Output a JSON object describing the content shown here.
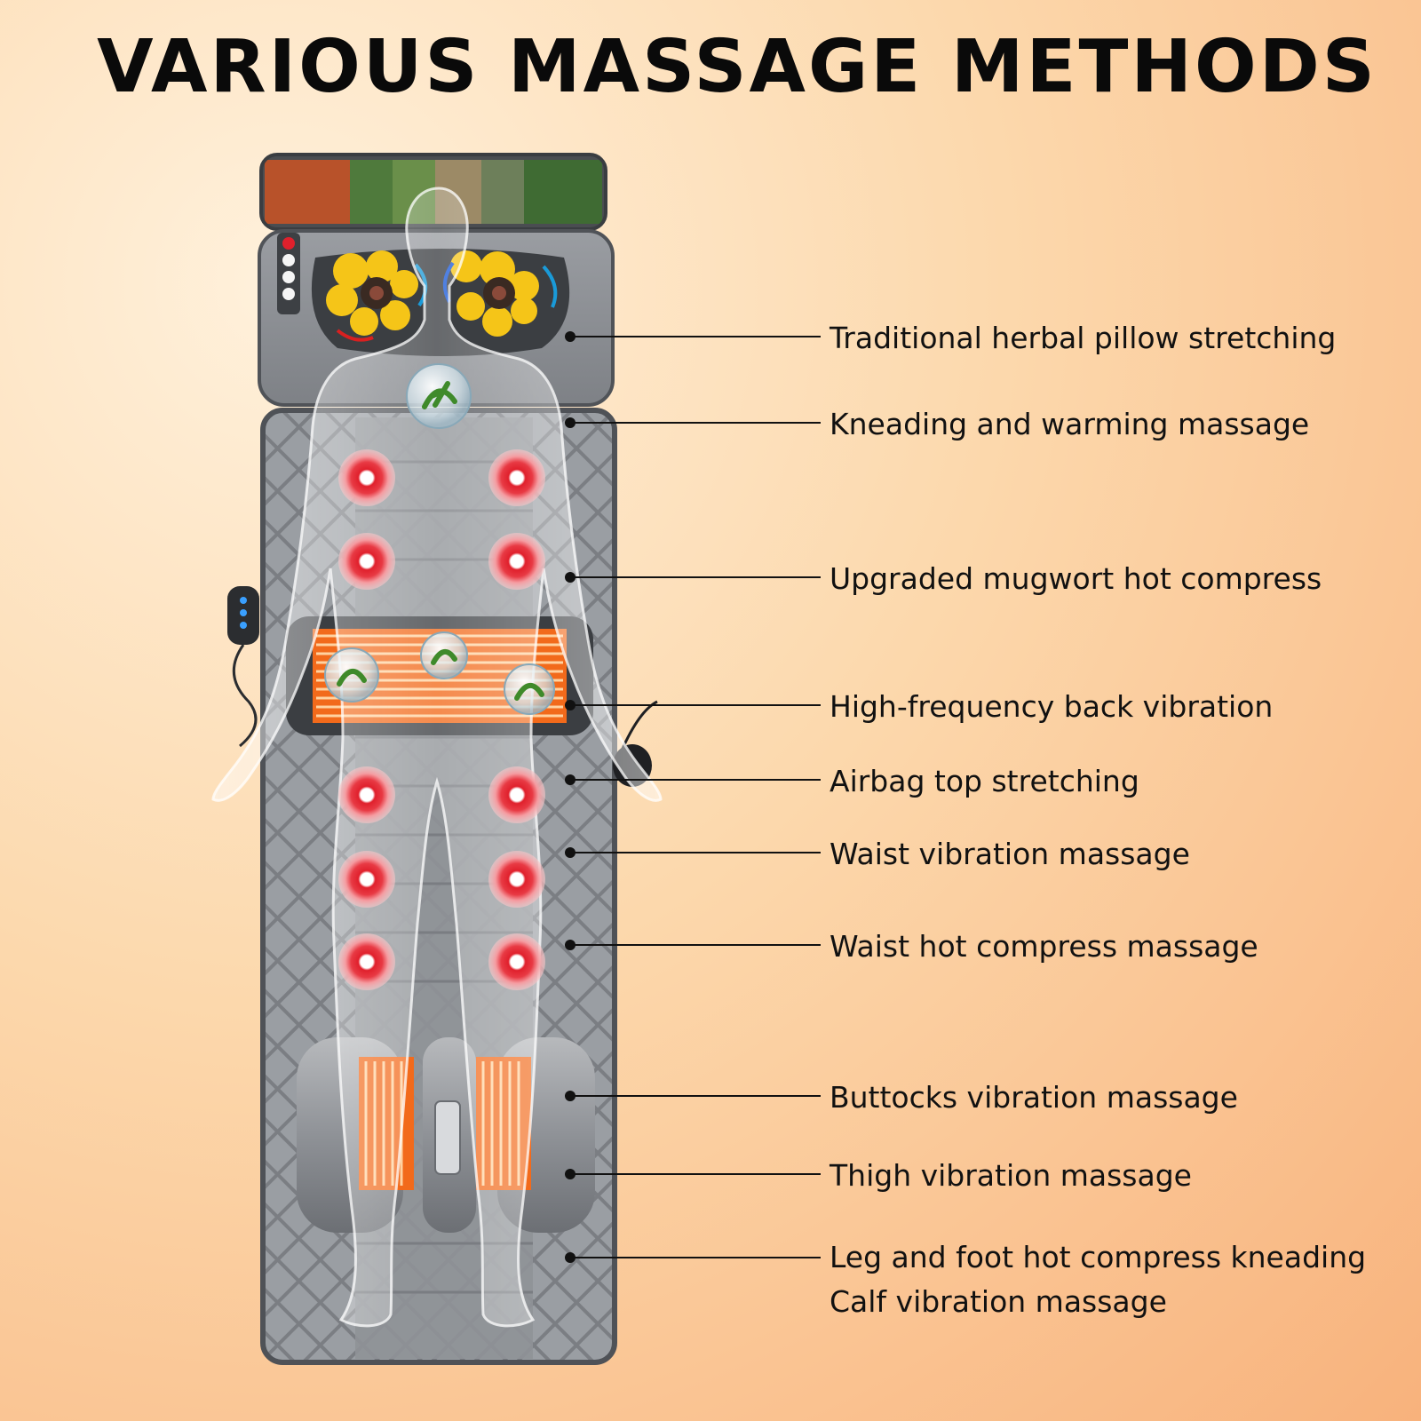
{
  "title": "VARIOUS MASSAGE METHODS",
  "labels": [
    {
      "text": "Traditional herbal pillow stretching"
    },
    {
      "text": "Kneading and warming massage"
    },
    {
      "text": "Upgraded mugwort hot compress"
    },
    {
      "text": "High-frequency back vibration"
    },
    {
      "text": "Airbag top stretching"
    },
    {
      "text": "Waist vibration massage"
    },
    {
      "text": "Waist hot compress massage"
    },
    {
      "text": "Buttocks vibration massage"
    },
    {
      "text": "Thigh vibration massage"
    },
    {
      "text": "Leg and foot hot compress kneading",
      "text2": "Calf vibration massage"
    }
  ],
  "colors": {
    "mat": "#8e9196",
    "mat_dark": "#5f6368",
    "heat": "#f26a1b",
    "node_red": "#e0202c",
    "kneader": "#f5c518"
  }
}
